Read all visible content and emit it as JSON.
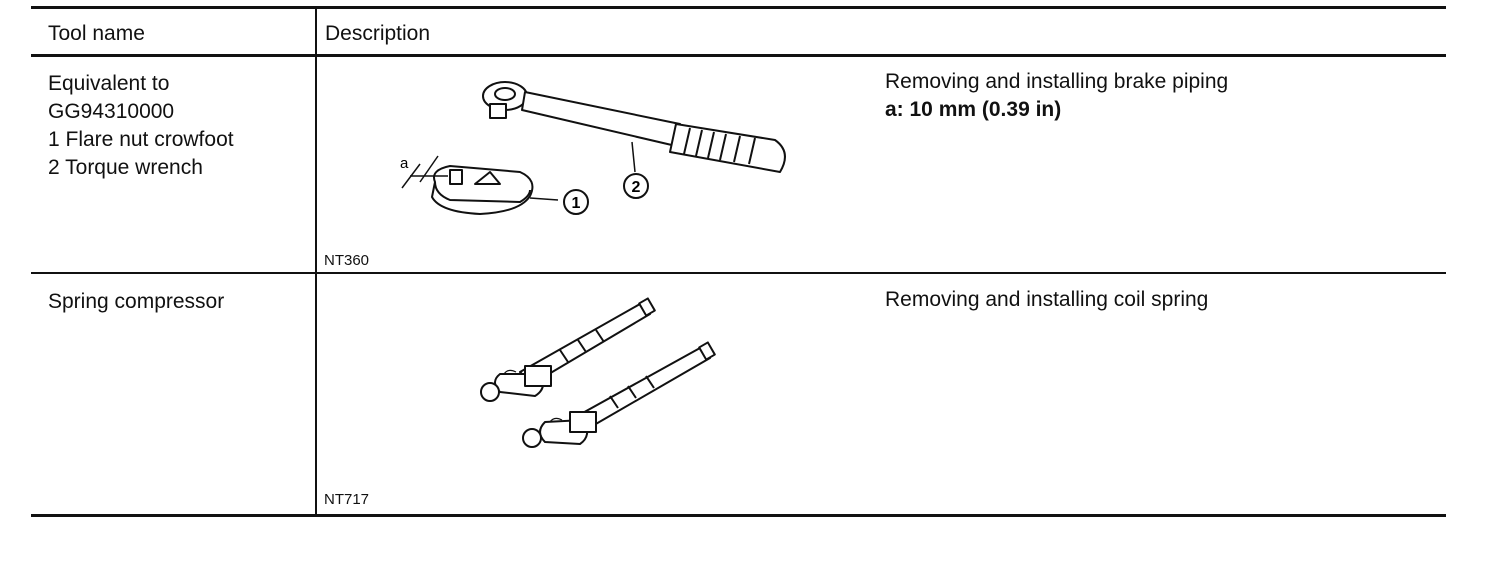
{
  "header": {
    "tool_name": "Tool name",
    "description": "Description"
  },
  "rows": [
    {
      "tool_lines": [
        "Equivalent to",
        "GG94310000",
        "1 Flare nut crowfoot",
        "2 Torque wrench"
      ],
      "description": "Removing and installing brake piping",
      "spec": "a: 10 mm (0.39 in)",
      "figure_code": "NT360",
      "callouts": [
        "a",
        "1",
        "2"
      ]
    },
    {
      "tool_lines": [
        "Spring compressor"
      ],
      "description": "Removing and installing coil spring",
      "figure_code": "NT717"
    }
  ]
}
